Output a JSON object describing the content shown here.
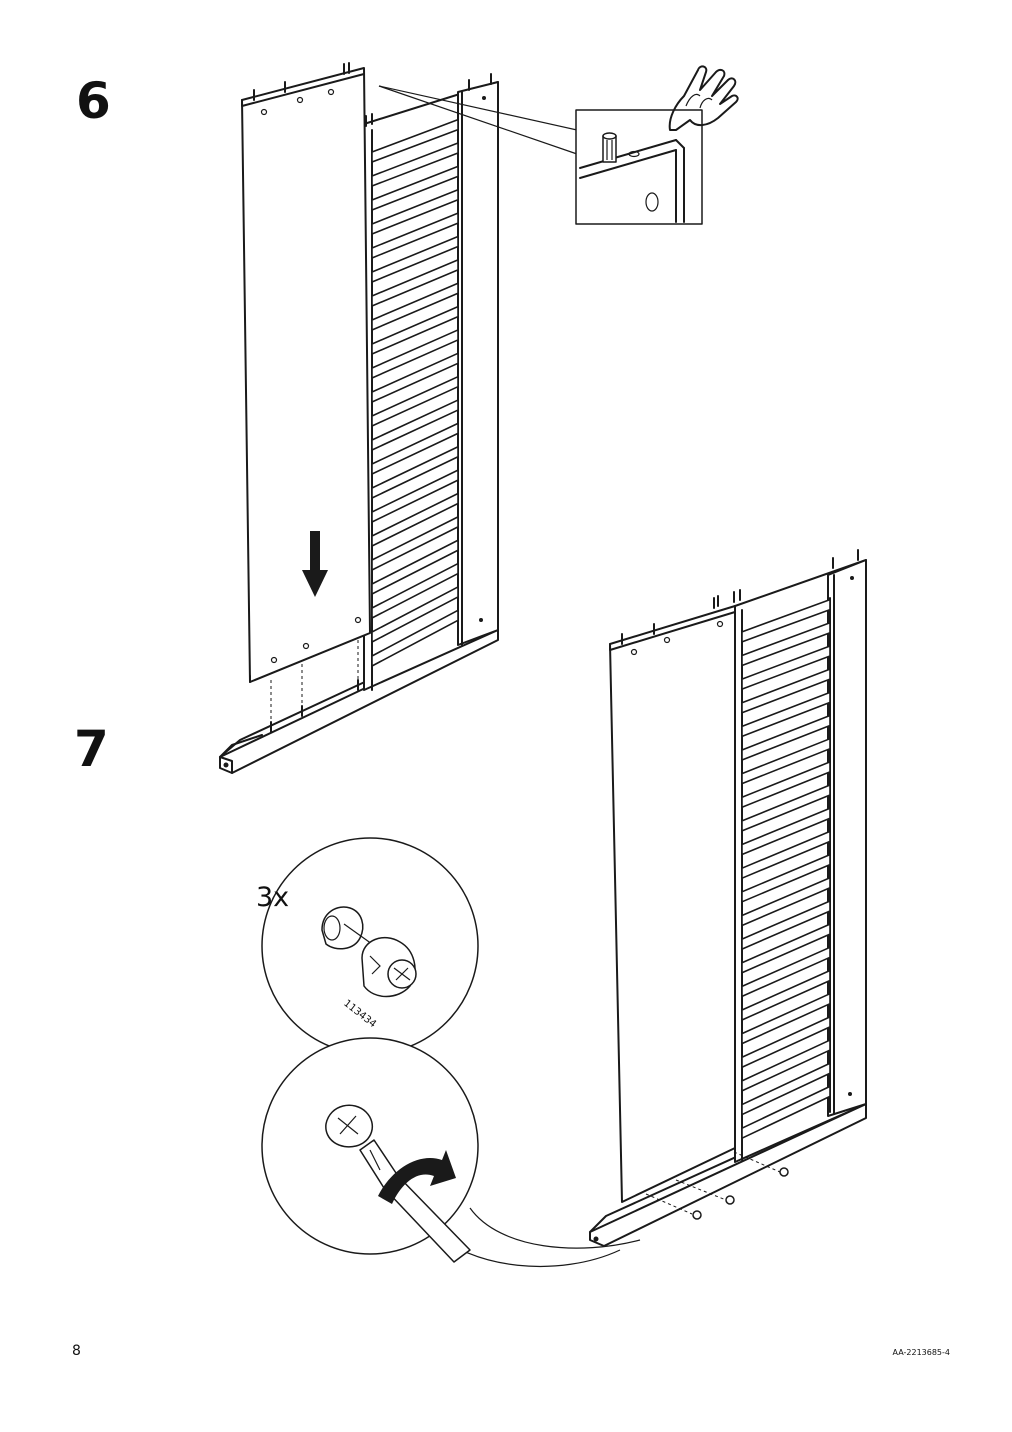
{
  "steps": {
    "step6": {
      "number": "6"
    },
    "step7": {
      "number": "7"
    }
  },
  "detail": {
    "quantity_label": "3x",
    "part_number": "113434"
  },
  "footer": {
    "page_number": "8",
    "doc_id": "AA-2213685-4"
  },
  "icons": [
    "touch-hand-icon",
    "down-arrow-icon",
    "rotate-arrow-icon",
    "screwdriver-icon",
    "cam-lock-icon"
  ]
}
